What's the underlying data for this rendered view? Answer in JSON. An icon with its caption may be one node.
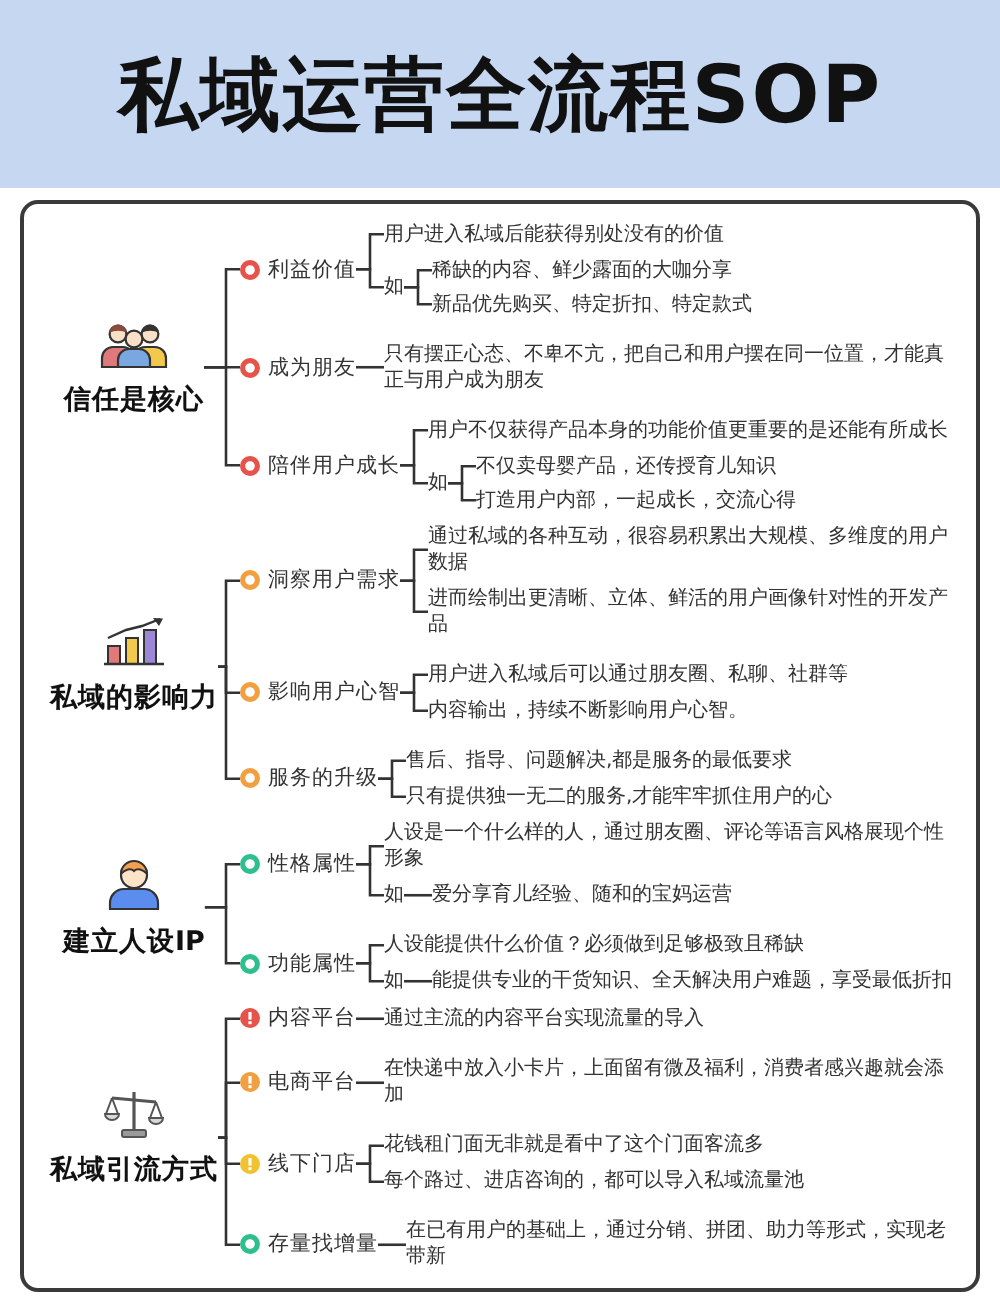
{
  "diagram": {
    "title": "私域运营全流程SOP",
    "nodes": [
      {
        "text": [
          "信任是核心"
        ]
      },
      {
        "text": [
          "利益价值"
        ]
      },
      {
        "text": [
          "用户进入私域后能获得别处没有的价值"
        ]
      },
      {
        "text": [
          "如"
        ]
      },
      {
        "text": [
          "稀缺的内容、鲜少露面的大咖分享"
        ]
      },
      {
        "text": [
          "新品优先购买、特定折扣、特定款式"
        ]
      },
      {
        "text": [
          "成为朋友"
        ]
      },
      {
        "text": [
          "只有摆正心态、不卑不亢，把自己和用户摆在同一位置，才能真正与用户成为朋友"
        ]
      },
      {
        "text": [
          "陪伴用户成长"
        ]
      },
      {
        "text": [
          "用户不仅获得产品本身的功能价值更重要的是还能有所成长"
        ]
      },
      {
        "text": [
          "如"
        ]
      },
      {
        "text": [
          "不仅卖母婴产品，还传授育儿知识"
        ]
      },
      {
        "text": [
          "打造用户内部，一起成长，交流心得"
        ]
      },
      {
        "text": [
          "私域的影响力"
        ]
      },
      {
        "text": [
          "洞察用户需求"
        ]
      },
      {
        "text": [
          "通过私域的各种互动，很容易积累出大规模、多维度的用户数据"
        ]
      },
      {
        "text": [
          "进而绘制出更清晰、立体、鲜活的用户画像针对性的开发产品"
        ]
      },
      {
        "text": [
          "影响用户心智"
        ]
      },
      {
        "text": [
          "用户进入私域后可以通过朋友圈、私聊、社群等"
        ]
      },
      {
        "text": [
          "内容输出，持续不断影响用户心智。"
        ]
      },
      {
        "text": [
          "服务的升级"
        ]
      },
      {
        "text": [
          "售后、指导、问题解决,都是服务的最低要求"
        ]
      },
      {
        "text": [
          "只有提供独一无二的服务,才能牢牢抓住用户的心"
        ]
      },
      {
        "text": [
          "建立人设IP"
        ]
      },
      {
        "text": [
          "性格属性"
        ]
      },
      {
        "text": [
          "人设是一个什么样的人，通过朋友圈、评论等语言风格展现个性形象"
        ]
      },
      {
        "text": [
          "如"
        ]
      },
      {
        "text": [
          "爱分享育儿经验、随和的宝妈运营"
        ]
      },
      {
        "text": [
          "功能属性"
        ]
      },
      {
        "text": [
          "人设能提供什么价值？必须做到足够极致且稀缺"
        ]
      },
      {
        "text": [
          "如"
        ]
      },
      {
        "text": [
          "能提供专业的干货知识、全天解决用户难题，享受最低折扣"
        ]
      },
      {
        "text": [
          "私域引流方式"
        ]
      },
      {
        "text": [
          "内容平台"
        ]
      },
      {
        "text": [
          "通过主流的内容平台实现流量的导入"
        ]
      },
      {
        "text": [
          "电商平台"
        ]
      },
      {
        "text": [
          "在快递中放入小卡片，上面留有微及福利，消费者感兴趣就会添加"
        ]
      },
      {
        "text": [
          "线下门店"
        ]
      },
      {
        "text": [
          "花钱租门面无非就是看中了这个门面客流多"
        ]
      },
      {
        "text": [
          "每个路过、进店咨询的，都可以导入私域流量池"
        ]
      },
      {
        "text": [
          "存量找增量"
        ]
      },
      {
        "text": [
          "在已有用户的基础上，通过分销、拼团、助力等形式，实现老带新"
        ]
      }
    ],
    "edges": [
      {
        "from": 0,
        "to": 1,
        "arrow": "none"
      },
      {
        "from": 0,
        "to": 6,
        "arrow": "none"
      },
      {
        "from": 0,
        "to": 8,
        "arrow": "none"
      },
      {
        "from": 1,
        "to": 2,
        "arrow": "none"
      },
      {
        "from": 1,
        "to": 3,
        "arrow": "none"
      },
      {
        "from": 3,
        "to": 4,
        "arrow": "none"
      },
      {
        "from": 3,
        "to": 5,
        "arrow": "none"
      },
      {
        "from": 6,
        "to": 7,
        "arrow": "none"
      },
      {
        "from": 8,
        "to": 9,
        "arrow": "none"
      },
      {
        "from": 8,
        "to": 10,
        "arrow": "none"
      },
      {
        "from": 10,
        "to": 11,
        "arrow": "none"
      },
      {
        "from": 10,
        "to": 12,
        "arrow": "none"
      },
      {
        "from": 13,
        "to": 14,
        "arrow": "none"
      },
      {
        "from": 13,
        "to": 17,
        "arrow": "none"
      },
      {
        "from": 13,
        "to": 20,
        "arrow": "none"
      },
      {
        "from": 14,
        "to": 15,
        "arrow": "none"
      },
      {
        "from": 14,
        "to": 16,
        "arrow": "none"
      },
      {
        "from": 17,
        "to": 18,
        "arrow": "none"
      },
      {
        "from": 17,
        "to": 19,
        "arrow": "none"
      },
      {
        "from": 20,
        "to": 21,
        "arrow": "none"
      },
      {
        "from": 20,
        "to": 22,
        "arrow": "none"
      },
      {
        "from": 23,
        "to": 24,
        "arrow": "none"
      },
      {
        "from": 23,
        "to": 28,
        "arrow": "none"
      },
      {
        "from": 24,
        "to": 25,
        "arrow": "none"
      },
      {
        "from": 24,
        "to": 26,
        "arrow": "none"
      },
      {
        "from": 26,
        "to": 27,
        "arrow": "none"
      },
      {
        "from": 28,
        "to": 29,
        "arrow": "none"
      },
      {
        "from": 28,
        "to": 30,
        "arrow": "none"
      },
      {
        "from": 30,
        "to": 31,
        "arrow": "none"
      },
      {
        "from": 32,
        "to": 33,
        "arrow": "none"
      },
      {
        "from": 32,
        "to": 35,
        "arrow": "none"
      },
      {
        "from": 32,
        "to": 37,
        "arrow": "none"
      },
      {
        "from": 32,
        "to": 40,
        "arrow": "none"
      },
      {
        "from": 33,
        "to": 34,
        "arrow": "none"
      },
      {
        "from": 35,
        "to": 36,
        "arrow": "none"
      },
      {
        "from": 37,
        "to": 38,
        "arrow": "none"
      },
      {
        "from": 37,
        "to": 39,
        "arrow": "none"
      },
      {
        "from": 40,
        "to": 41,
        "arrow": "none"
      }
    ]
  }
}
